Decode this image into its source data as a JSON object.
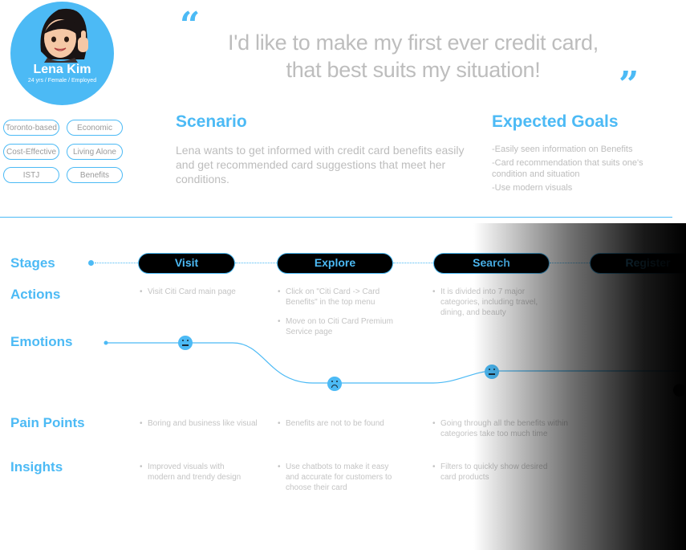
{
  "persona": {
    "name": "Lena Kim",
    "info": "24 yrs / Female / Employed",
    "tags": [
      "Toronto-based",
      "Economic",
      "Cost-Effective",
      "Living Alone",
      "ISTJ",
      "Benefits"
    ]
  },
  "quote": {
    "line1": "I'd like to make my first ever credit card,",
    "line2": "that best suits my situation!"
  },
  "scenario": {
    "title": "Scenario",
    "text": "Lena wants to get informed with credit card benefits easily and get recommended card suggestions that meet her conditions."
  },
  "goals": {
    "title": "Expected Goals",
    "items": [
      "-Easily seen information on Benefits",
      "-Card recommendation that suits one's condition and situation",
      "-Use modern visuals"
    ]
  },
  "rows": {
    "stages": "Stages",
    "actions": "Actions",
    "emotions": "Emotions",
    "pain_points": "Pain Points",
    "insights": "Insights"
  },
  "stages": [
    "Visit",
    "Explore",
    "Search",
    "Register"
  ],
  "actions": [
    [
      "Visit Citi Card main page"
    ],
    [
      "Click on \"Citi Card -> Card Benefits\" in the top menu",
      "Move on to Citi Card Premium Service page"
    ],
    [
      "It is divided into 7 major categories, including travel, dining, and beauty"
    ]
  ],
  "emotions": [
    "neutral",
    "frown",
    "neutral",
    "unknown"
  ],
  "pain_points": [
    "Boring and business like visual",
    "Benefits are not to be found",
    "Going through all the benefits within categories take too much time"
  ],
  "insights": [
    "Improved visuals with modern and trendy design",
    "Use chatbots to make it easy and accurate for customers to choose their card",
    "Filters to quickly show desired card products"
  ],
  "colors": {
    "accent": "#4cbaf5",
    "muted_text": "#bdbdbd",
    "stage_bg": "#000000"
  }
}
